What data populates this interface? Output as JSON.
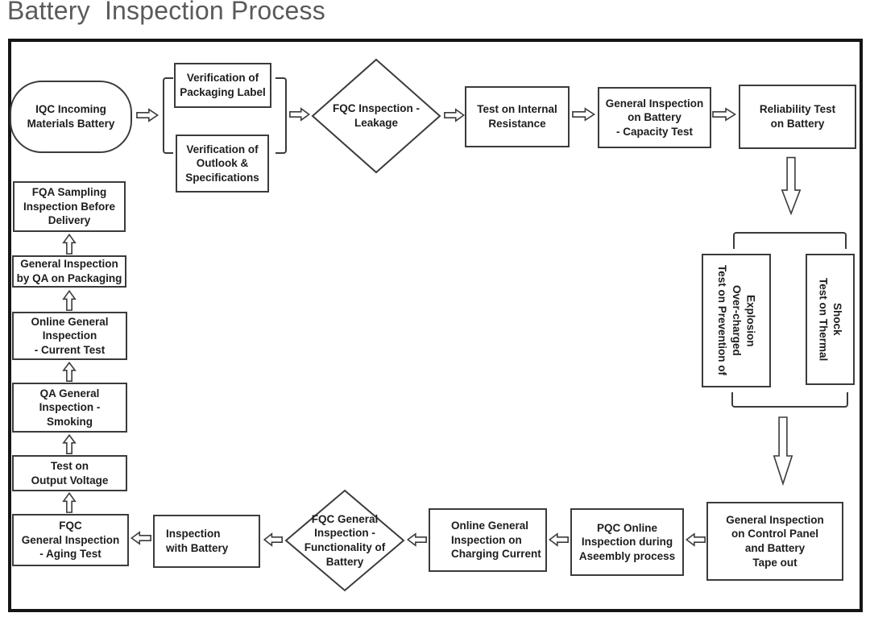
{
  "title": "Battery  Inspection Process",
  "colors": {
    "title_text": "#5a5a5a",
    "line": "#3b3b3b",
    "node_text": "#1d1d1d",
    "background": "#ffffff"
  },
  "icons": {
    "flow_arrow_right": "⇨",
    "flow_arrow_left": "⇦",
    "flow_arrow_up": "⇧",
    "flow_arrow_down": "⇩"
  },
  "flowchart": {
    "nodes": [
      {
        "id": "iqc-incoming-materials",
        "shape": "stadium",
        "label": "IQC Incoming\nMaterials Battery"
      },
      {
        "id": "verification-packaging-label",
        "shape": "rect",
        "label": "Verification of\nPackaging Label"
      },
      {
        "id": "verification-outlook-specifications",
        "shape": "rect",
        "label": "Verification of\nOutlook &\nSpecifications"
      },
      {
        "id": "fqc-inspection-leakage",
        "shape": "diamond",
        "label": "FQC Inspection -\nLeakage"
      },
      {
        "id": "test-internal-resistance",
        "shape": "rect",
        "label": "Test on Internal\nResistance"
      },
      {
        "id": "general-inspection-capacity-test",
        "shape": "rect",
        "label": "General Inspection\non Battery\n- Capacity Test"
      },
      {
        "id": "reliability-test-battery",
        "shape": "rect",
        "label": "Reliability Test\non Battery"
      },
      {
        "id": "test-prevention-overcharged-explosion",
        "shape": "vrect",
        "label": "Test on Prevention of\nOver-charged\nExplosion"
      },
      {
        "id": "test-thermal-shock",
        "shape": "vrect",
        "label": "Test on Thermal\nShock"
      },
      {
        "id": "general-inspection-control-panel",
        "shape": "rect",
        "label": "General Inspection\non Control Panel\nand Battery\nTape out"
      },
      {
        "id": "pqc-online-inspection-assembly",
        "shape": "rect",
        "label": "PQC Online\nInspection during\nAseembly process"
      },
      {
        "id": "online-inspection-charging-current",
        "shape": "rect",
        "label": "Online General\nInspection on\nCharging Current"
      },
      {
        "id": "fqc-general-functionality-battery",
        "shape": "diamond",
        "label": "FQC General\nInspection -\nFunctionality of\nBattery"
      },
      {
        "id": "inspection-with-battery",
        "shape": "rect",
        "label": "Inspection\nwith Battery"
      },
      {
        "id": "fqc-general-aging-test",
        "shape": "rect",
        "label": "FQC\nGeneral Inspection\n- Aging Test"
      },
      {
        "id": "test-output-voltage",
        "shape": "rect",
        "label": "Test on\nOutput Voltage"
      },
      {
        "id": "qa-general-inspection-smoking",
        "shape": "rect",
        "label": "QA General\nInspection -\nSmoking"
      },
      {
        "id": "online-general-inspection-current-test",
        "shape": "rect",
        "label": "Online General\nInspection\n- Current Test"
      },
      {
        "id": "general-inspection-qa-packaging",
        "shape": "rect",
        "label": "General Inspection\nby QA on Packaging"
      },
      {
        "id": "fqa-sampling-inspection-delivery",
        "shape": "rect",
        "label": "FQA Sampling\nInspection Before\nDelivery"
      }
    ]
  }
}
